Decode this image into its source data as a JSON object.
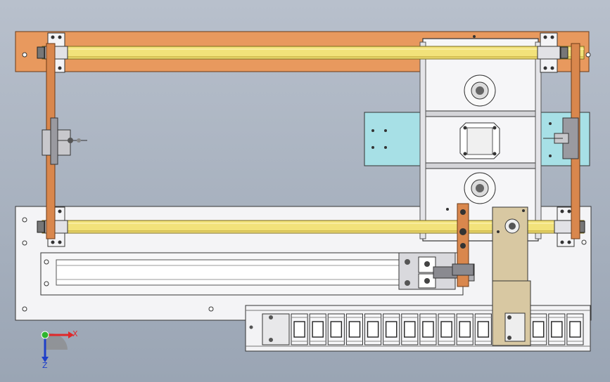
{
  "viewport": {
    "background_top": "#b8c0cc",
    "background_bottom": "#9aa5b4"
  },
  "colors": {
    "copper_plate": "#e8995e",
    "copper_edge": "#8a4b1e",
    "rod_yellow": "#f2e27a",
    "rod_shadow": "#b59a2a",
    "white_plate": "#f4f4f6",
    "line_dark": "#2a2a2a",
    "cyan_plate": "#a7e0e6",
    "tan_bracket": "#d8c8a2",
    "arm_orange": "#d9874d"
  },
  "triad": {
    "x_label": "X",
    "z_label": "Z",
    "x_color": "#e0282a",
    "y_color": "#2fb52f",
    "z_color": "#1f3fc9"
  },
  "chain": {
    "link_count": 16
  }
}
